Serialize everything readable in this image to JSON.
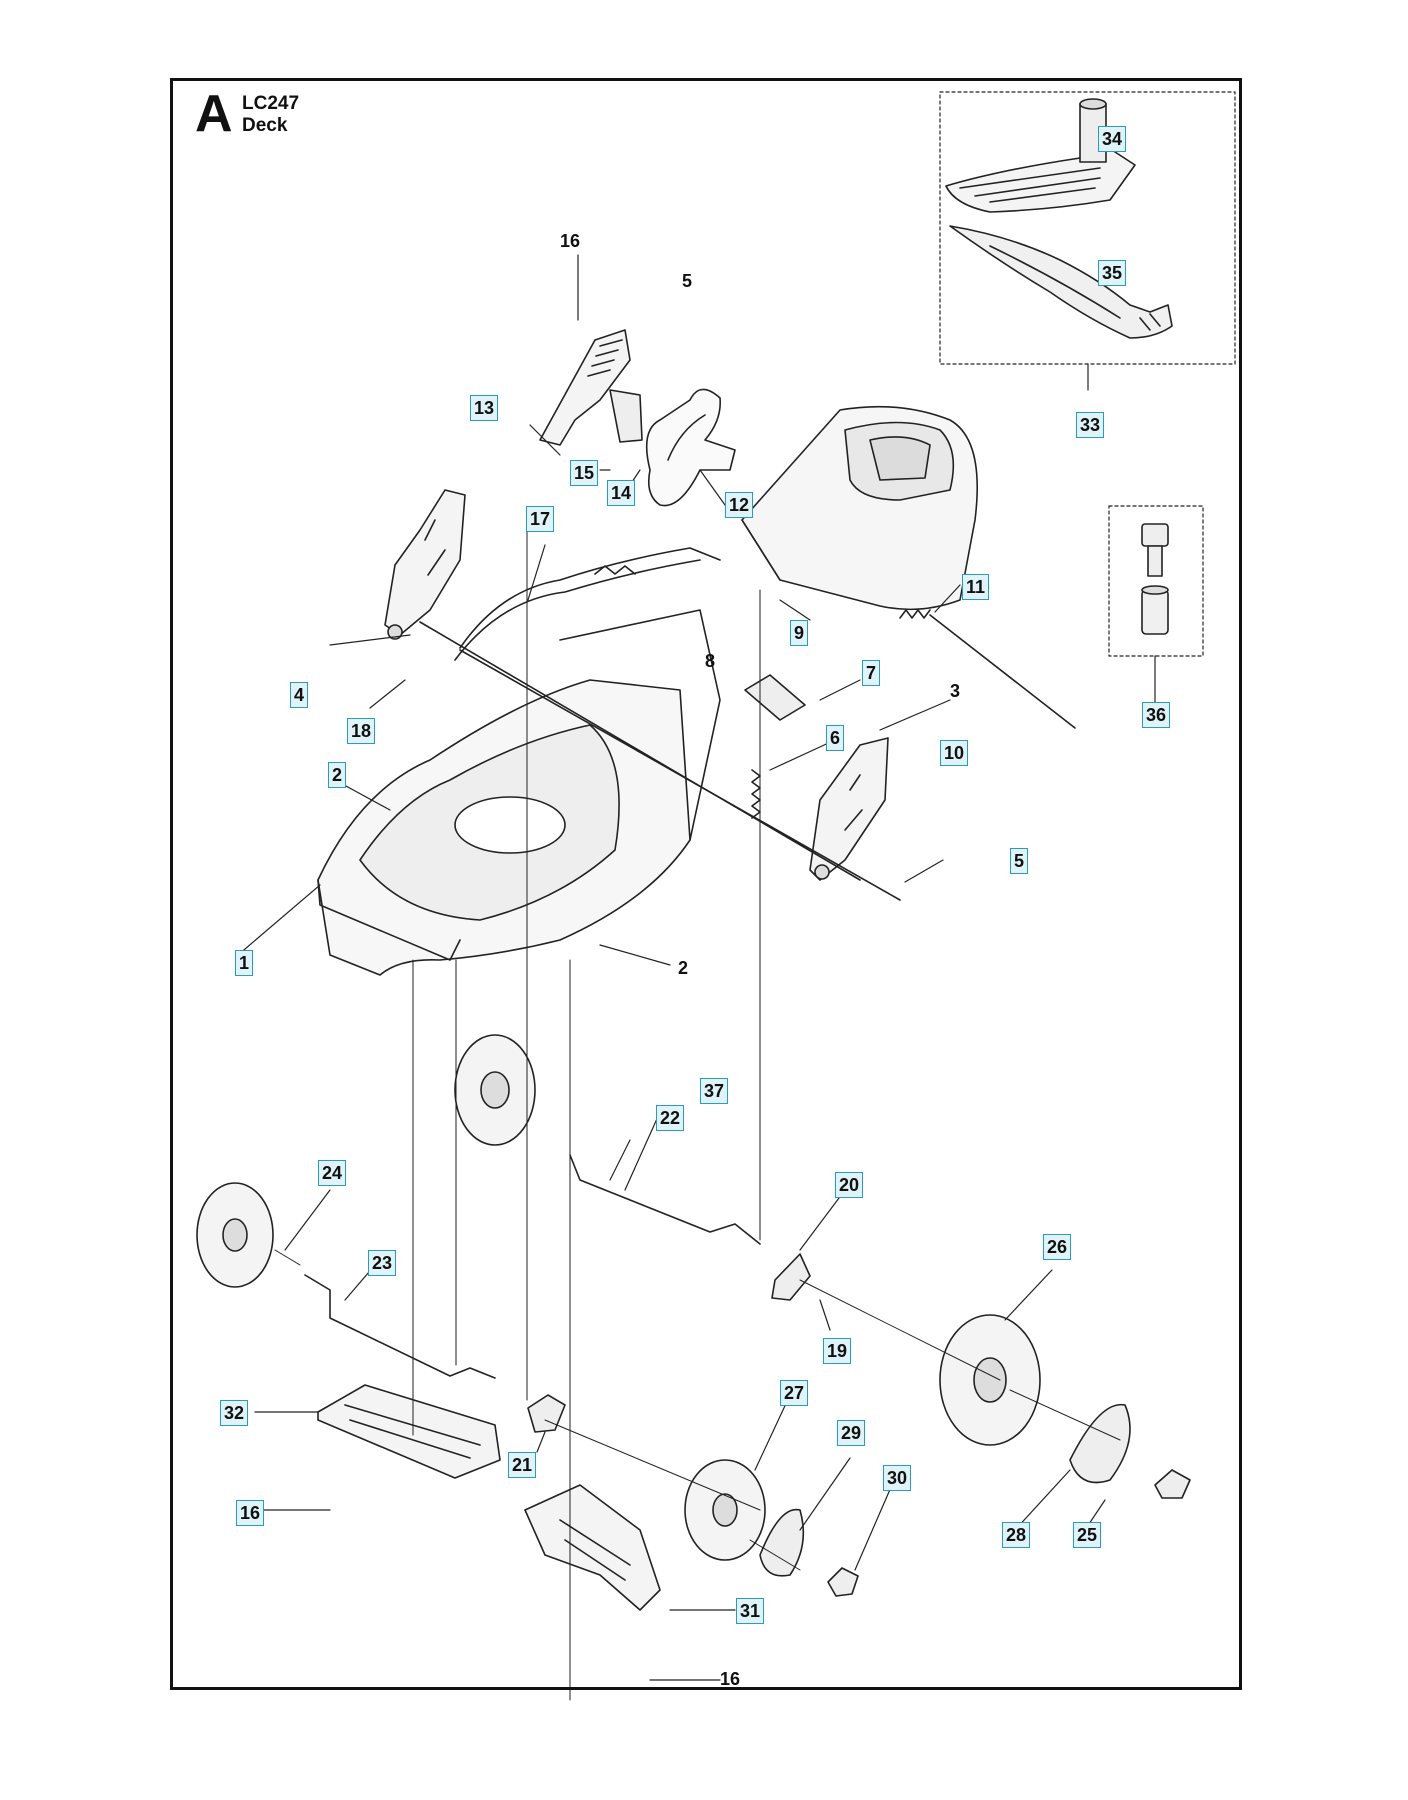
{
  "header": {
    "section_letter": "A",
    "model": "LC247",
    "assembly": "Deck"
  },
  "callouts": [
    {
      "id": "c16a",
      "text": "16",
      "boxed": false
    },
    {
      "id": "c5a",
      "text": "5",
      "boxed": false
    },
    {
      "id": "c13",
      "text": "13",
      "boxed": true
    },
    {
      "id": "c15",
      "text": "15",
      "boxed": true
    },
    {
      "id": "c14",
      "text": "14",
      "boxed": true
    },
    {
      "id": "c12",
      "text": "12",
      "boxed": true
    },
    {
      "id": "c17",
      "text": "17",
      "boxed": true
    },
    {
      "id": "c11",
      "text": "11",
      "boxed": true
    },
    {
      "id": "c9",
      "text": "9",
      "boxed": true
    },
    {
      "id": "c8",
      "text": "8",
      "boxed": false
    },
    {
      "id": "c7",
      "text": "7",
      "boxed": true
    },
    {
      "id": "c3",
      "text": "3",
      "boxed": false
    },
    {
      "id": "c4",
      "text": "4",
      "boxed": true
    },
    {
      "id": "c18",
      "text": "18",
      "boxed": true
    },
    {
      "id": "c6",
      "text": "6",
      "boxed": true
    },
    {
      "id": "c10",
      "text": "10",
      "boxed": true
    },
    {
      "id": "c2a",
      "text": "2",
      "boxed": true
    },
    {
      "id": "c5b",
      "text": "5",
      "boxed": true
    },
    {
      "id": "c1",
      "text": "1",
      "boxed": true
    },
    {
      "id": "c2b",
      "text": "2",
      "boxed": false
    },
    {
      "id": "c37",
      "text": "37",
      "boxed": true
    },
    {
      "id": "c22",
      "text": "22",
      "boxed": true
    },
    {
      "id": "c24",
      "text": "24",
      "boxed": true
    },
    {
      "id": "c20",
      "text": "20",
      "boxed": true
    },
    {
      "id": "c23",
      "text": "23",
      "boxed": true
    },
    {
      "id": "c26",
      "text": "26",
      "boxed": true
    },
    {
      "id": "c19",
      "text": "19",
      "boxed": true
    },
    {
      "id": "c27",
      "text": "27",
      "boxed": true
    },
    {
      "id": "c32",
      "text": "32",
      "boxed": true
    },
    {
      "id": "c29",
      "text": "29",
      "boxed": true
    },
    {
      "id": "c21",
      "text": "21",
      "boxed": true
    },
    {
      "id": "c30",
      "text": "30",
      "boxed": true
    },
    {
      "id": "c16b",
      "text": "16",
      "boxed": true
    },
    {
      "id": "c28",
      "text": "28",
      "boxed": true
    },
    {
      "id": "c25",
      "text": "25",
      "boxed": true
    },
    {
      "id": "c31",
      "text": "31",
      "boxed": true
    },
    {
      "id": "c16c",
      "text": "16",
      "boxed": false
    },
    {
      "id": "c34",
      "text": "34",
      "boxed": true
    },
    {
      "id": "c35",
      "text": "35",
      "boxed": true
    },
    {
      "id": "c33",
      "text": "33",
      "boxed": true
    },
    {
      "id": "c36",
      "text": "36",
      "boxed": true
    }
  ]
}
